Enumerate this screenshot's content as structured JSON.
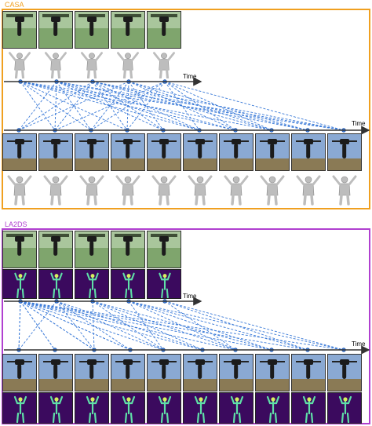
{
  "top_panel": {
    "label": "CASA",
    "color": "#f0a020"
  },
  "bottom_panel": {
    "label": "LA2DS",
    "color": "#b040d0"
  },
  "time_axis_label": "Time",
  "colors": {
    "link": "#3a7ad8",
    "node": "#3a7ad8",
    "axis": "#333333",
    "mesh": "#bdbdbd"
  }
}
